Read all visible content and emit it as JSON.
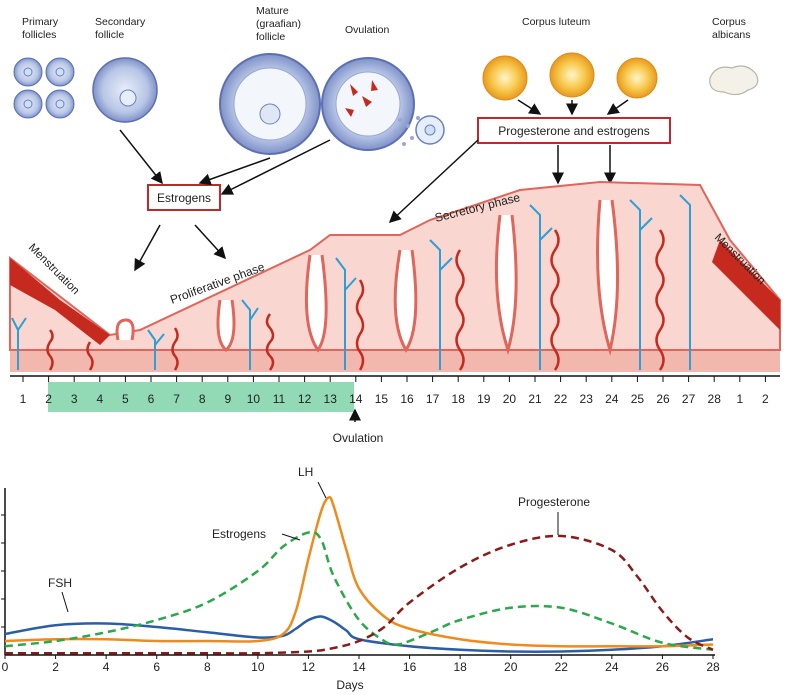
{
  "stages": {
    "primary": [
      "Primary",
      "follicles"
    ],
    "secondary": [
      "Secondary",
      "follicle"
    ],
    "mature": [
      "Mature",
      "(graafian)",
      "follicle"
    ],
    "ovulation": "Ovulation",
    "corpus_luteum": "Corpus luteum",
    "corpus_albicans": [
      "Corpus",
      "albicans"
    ]
  },
  "hormone_boxes": {
    "estrogens": "Estrogens",
    "progesterone_estrogens": "Progesterone and estrogens"
  },
  "phases": {
    "menstruation_left": "Menstruation",
    "proliferative": "Proliferative phase",
    "secretory": "Secretory phase",
    "menstruation_right": "Menstruation"
  },
  "cycle_days": [
    "1",
    "2",
    "3",
    "4",
    "5",
    "6",
    "7",
    "8",
    "9",
    "10",
    "11",
    "12",
    "13",
    "14",
    "15",
    "16",
    "17",
    "18",
    "19",
    "20",
    "21",
    "22",
    "23",
    "24",
    "25",
    "26",
    "27",
    "28",
    "1",
    "2"
  ],
  "ovulation_marker": "Ovulation",
  "colors": {
    "fsh": "#2b5ea7",
    "lh": "#f08a1c",
    "estrogens": "#2aa84a",
    "progesterone": "#8b1a1a",
    "box_border": "#c0282d",
    "highlight": "#7fd4a8",
    "endometrium": "#f7c9c0",
    "vessel_red": "#c62a1e",
    "vessel_blue": "#2a9fd8"
  },
  "chart_data": {
    "type": "line",
    "xlabel": "Days",
    "ylabel": "",
    "xlim": [
      0,
      28
    ],
    "xticks": [
      "0",
      "2",
      "4",
      "6",
      "8",
      "10",
      "12",
      "14",
      "16",
      "18",
      "20",
      "22",
      "24",
      "26",
      "28"
    ],
    "series": [
      {
        "name": "FSH",
        "style": "solid",
        "color": "#2b5ea7",
        "x": [
          0,
          2,
          4,
          6,
          8,
          10,
          11,
          11.5,
          12,
          12.5,
          13,
          13.5,
          14,
          16,
          18,
          20,
          22,
          24,
          26,
          28
        ],
        "y": [
          0.12,
          0.17,
          0.18,
          0.16,
          0.13,
          0.1,
          0.11,
          0.15,
          0.2,
          0.22,
          0.19,
          0.14,
          0.09,
          0.05,
          0.03,
          0.02,
          0.02,
          0.03,
          0.05,
          0.09
        ]
      },
      {
        "name": "LH",
        "style": "solid",
        "color": "#f08a1c",
        "x": [
          0,
          2,
          4,
          6,
          8,
          10,
          11,
          11.5,
          12,
          12.5,
          12.8,
          13,
          13.5,
          14,
          15,
          16,
          18,
          20,
          22,
          24,
          26,
          28
        ],
        "y": [
          0.08,
          0.09,
          0.09,
          0.08,
          0.08,
          0.08,
          0.12,
          0.25,
          0.55,
          0.82,
          0.9,
          0.85,
          0.6,
          0.38,
          0.22,
          0.15,
          0.09,
          0.06,
          0.05,
          0.05,
          0.05,
          0.06
        ]
      },
      {
        "name": "Estrogens",
        "style": "dashed",
        "color": "#2aa84a",
        "x": [
          0,
          2,
          4,
          6,
          8,
          10,
          11,
          12,
          12.5,
          13,
          14,
          15,
          15.5,
          16,
          17,
          18,
          20,
          22,
          24,
          26,
          28
        ],
        "y": [
          0.05,
          0.08,
          0.13,
          0.2,
          0.3,
          0.48,
          0.62,
          0.7,
          0.66,
          0.45,
          0.2,
          0.08,
          0.06,
          0.08,
          0.14,
          0.2,
          0.27,
          0.27,
          0.18,
          0.07,
          0.03
        ]
      },
      {
        "name": "Progesterone",
        "style": "dashed",
        "color": "#8b1a1a",
        "x": [
          0,
          2,
          4,
          6,
          8,
          10,
          12,
          13,
          14,
          15,
          16,
          18,
          20,
          22,
          24,
          25,
          26,
          27,
          28
        ],
        "y": [
          0.01,
          0.01,
          0.01,
          0.01,
          0.01,
          0.01,
          0.02,
          0.04,
          0.08,
          0.16,
          0.3,
          0.5,
          0.63,
          0.68,
          0.6,
          0.45,
          0.25,
          0.1,
          0.03
        ]
      }
    ]
  }
}
